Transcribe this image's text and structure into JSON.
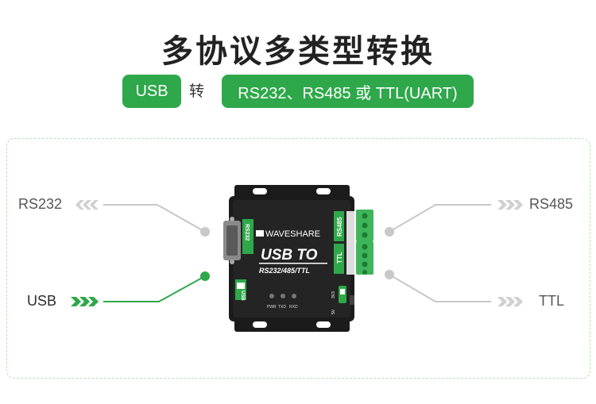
{
  "title": "多协议多类型转换",
  "usb_pill": "USB",
  "connector": "转",
  "targets_pill": "RS232、RS485 或 TTL(UART)",
  "ports": {
    "rs232": "RS232",
    "usb": "USB",
    "rs485": "RS485",
    "ttl": "TTL"
  },
  "device": {
    "brand": "WAVESHARE",
    "model_line1": "USB TO",
    "model_line2": "RS232/485/TTL",
    "port_rs232": "RS232",
    "port_usb": "USB",
    "port_rs485": "RS485",
    "port_ttl": "TTL",
    "led_pwr": "PWR",
    "led_txd": "TXD",
    "led_rxd": "RXD",
    "sw_5v": "5V",
    "sw_3v3": "3V3"
  },
  "colors": {
    "accent": "#2ea84a",
    "line_gray": "#c8c8c8",
    "line_green": "#2ea84a",
    "device_body": "#1b1b1b"
  }
}
